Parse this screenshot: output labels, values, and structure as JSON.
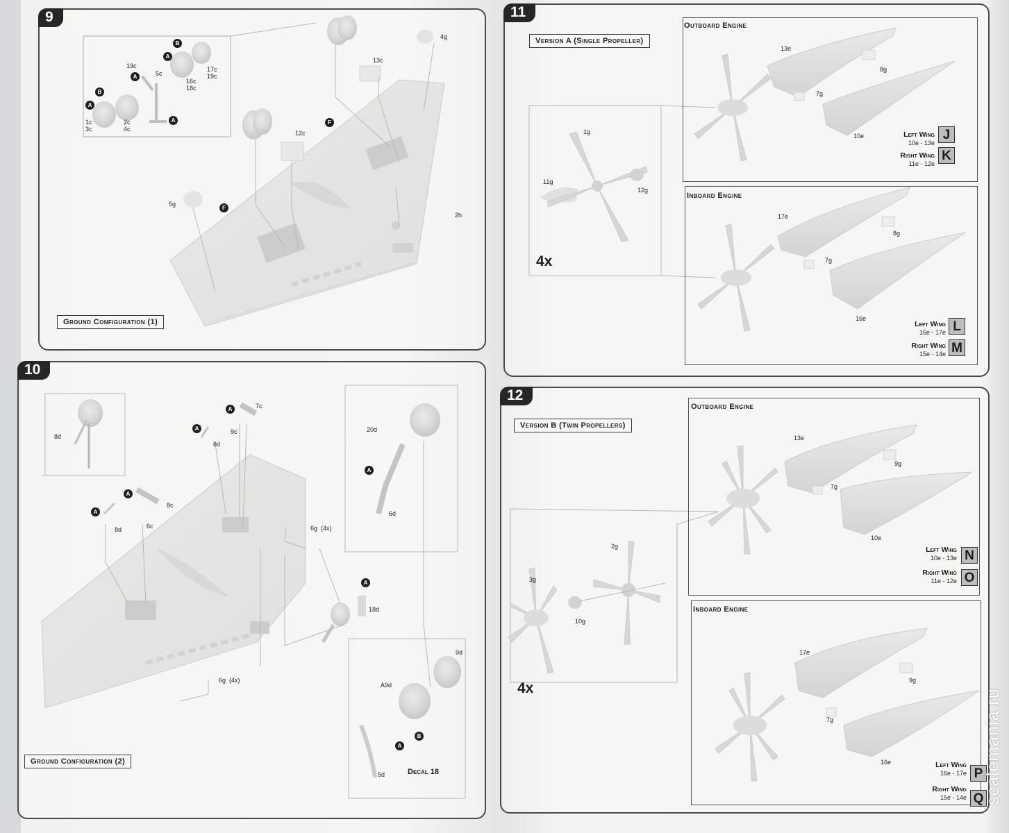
{
  "steps": {
    "s9": {
      "number": "9",
      "callout": "Ground Configuration (1)",
      "markers": [
        "A",
        "B",
        "A",
        "B",
        "A",
        "A",
        "F",
        "F"
      ],
      "parts": [
        "19c",
        "5c",
        "1c",
        "3c",
        "2c",
        "4c",
        "16c",
        "18c",
        "17c",
        "19c",
        "13c",
        "4g",
        "12c",
        "5g",
        "2h"
      ]
    },
    "s10": {
      "number": "10",
      "callout": "Ground Configuration (2)",
      "decal": "Decal 18",
      "multiplier": "(4x)",
      "markers": [
        "A",
        "A",
        "A",
        "A",
        "A",
        "A",
        "A",
        "B"
      ],
      "parts": [
        "8d",
        "7c",
        "9c",
        "8d",
        "8c",
        "8d",
        "6c",
        "6g",
        "20d",
        "6d",
        "18d",
        "6g",
        "9d",
        "A9d",
        "5d"
      ]
    },
    "s11": {
      "number": "11",
      "callout": "Version A (Single Propeller)",
      "multiplier": "4x",
      "outboard_title": "Outboard Engine",
      "inboard_title": "Inboard Engine",
      "parts": [
        "1g",
        "11g",
        "12g",
        "13e",
        "8g",
        "7g",
        "10e",
        "17e",
        "8g",
        "7g",
        "16e"
      ],
      "legend": [
        {
          "label": "Left Wing",
          "range": "10e - 13e",
          "letter": "J"
        },
        {
          "label": "Right Wing",
          "range": "11e - 12e",
          "letter": "K"
        },
        {
          "label": "Left Wing",
          "range": "16e - 17e",
          "letter": "L"
        },
        {
          "label": "Right Wing",
          "range": "15e - 14e",
          "letter": "M"
        }
      ]
    },
    "s12": {
      "number": "12",
      "callout": "Version B (Twin Propellers)",
      "multiplier": "4x",
      "outboard_title": "Outboard Engine",
      "inboard_title": "Inboard Engine",
      "parts": [
        "2g",
        "3g",
        "10g",
        "13e",
        "9g",
        "7g",
        "10e",
        "17e",
        "9g",
        "7g",
        "16e"
      ],
      "legend": [
        {
          "label": "Left Wing",
          "range": "10e - 13e",
          "letter": "N"
        },
        {
          "label": "Right Wing",
          "range": "11e - 12e",
          "letter": "O"
        },
        {
          "label": "Left Wing",
          "range": "16e - 17e",
          "letter": "P"
        },
        {
          "label": "Right Wing",
          "range": "15e - 14e",
          "letter": "Q"
        }
      ]
    }
  },
  "watermark": "scalemania.ru",
  "colors": {
    "panel_border": "#4a4a4a",
    "step_badge": "#262626",
    "part_grey": "#b9b9b9",
    "paper": "#f3f3f1"
  }
}
